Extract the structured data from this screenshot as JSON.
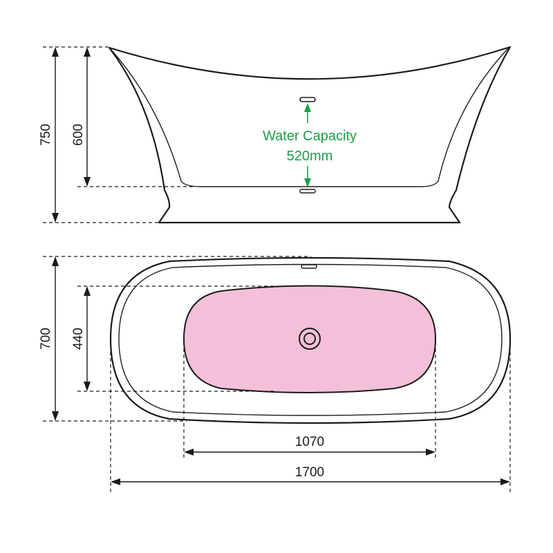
{
  "side_view": {
    "total_height_label": "750",
    "inner_depth_label": "600",
    "water_capacity_line1": "Water Capacity",
    "water_capacity_line2": "520mm"
  },
  "top_view": {
    "total_width_label": "700",
    "basin_width_label": "440",
    "basin_length_label": "1070",
    "total_length_label": "1700"
  },
  "colors": {
    "outline": "#1a1a1a",
    "water_capacity": "#1a9e45",
    "basin_fill": "#f4bfd9"
  }
}
